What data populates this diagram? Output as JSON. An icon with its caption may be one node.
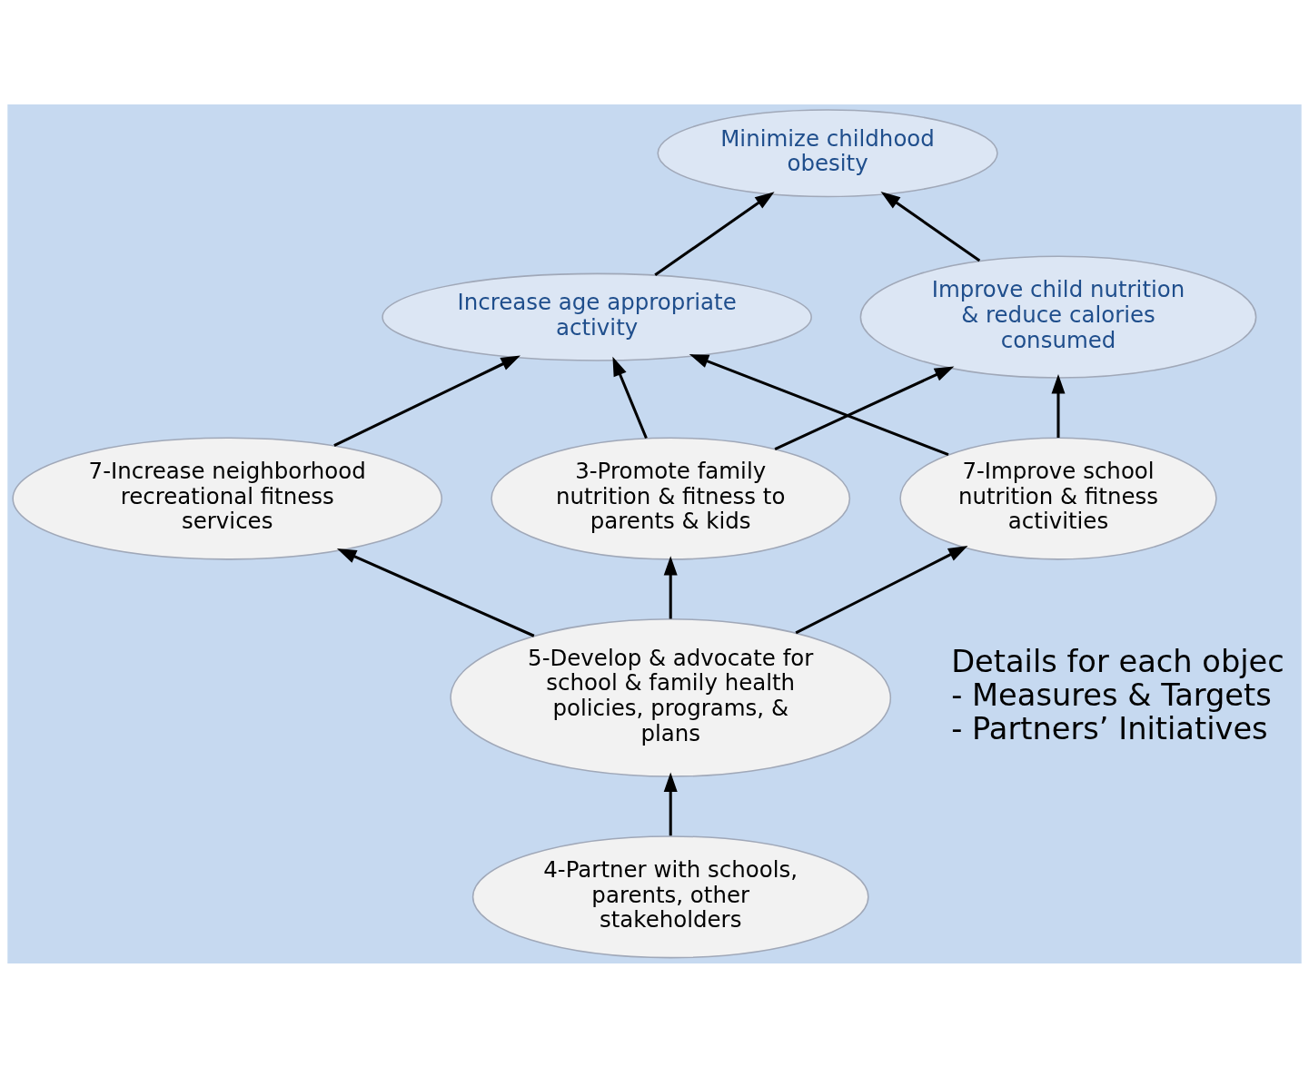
{
  "diagram": {
    "nodes": [
      {
        "text": [
          "Minimize childhood obesity"
        ]
      },
      {
        "text": [
          "Increase age appropriate activity"
        ]
      },
      {
        "text": [
          "Improve child nutrition & reduce calories consumed"
        ]
      },
      {
        "text": [
          "7-Increase neighborhood recreational fitness services"
        ]
      },
      {
        "text": [
          "7-Improve school nutrition & fitness activities"
        ]
      },
      {
        "text": [
          "3-Promote family nutrition & fitness to parents & kids"
        ]
      },
      {
        "text": [
          "5-Develop & advocate for school & family health policies, programs, & plans"
        ]
      },
      {
        "text": [
          "4-Partner with schools, parents, other stakeholders"
        ]
      }
    ],
    "edges": [
      {
        "from": 1,
        "to": 0,
        "arrow": "to"
      },
      {
        "from": 2,
        "to": 0,
        "arrow": "to"
      },
      {
        "from": 3,
        "to": 1,
        "arrow": "to"
      },
      {
        "from": 4,
        "to": 1,
        "arrow": "to"
      },
      {
        "from": 4,
        "to": 2,
        "arrow": "to"
      },
      {
        "from": 5,
        "to": 1,
        "arrow": "to"
      },
      {
        "from": 5,
        "to": 2,
        "arrow": "to"
      },
      {
        "from": 6,
        "to": 3,
        "arrow": "to"
      },
      {
        "from": 6,
        "to": 4,
        "arrow": "to"
      },
      {
        "from": 6,
        "to": 5,
        "arrow": "to"
      },
      {
        "from": 7,
        "to": 6,
        "arrow": "to"
      }
    ],
    "labels": [
      "Details for each objec",
      "- Measures & Targets",
      "- Partners’ Initiatives"
    ]
  }
}
